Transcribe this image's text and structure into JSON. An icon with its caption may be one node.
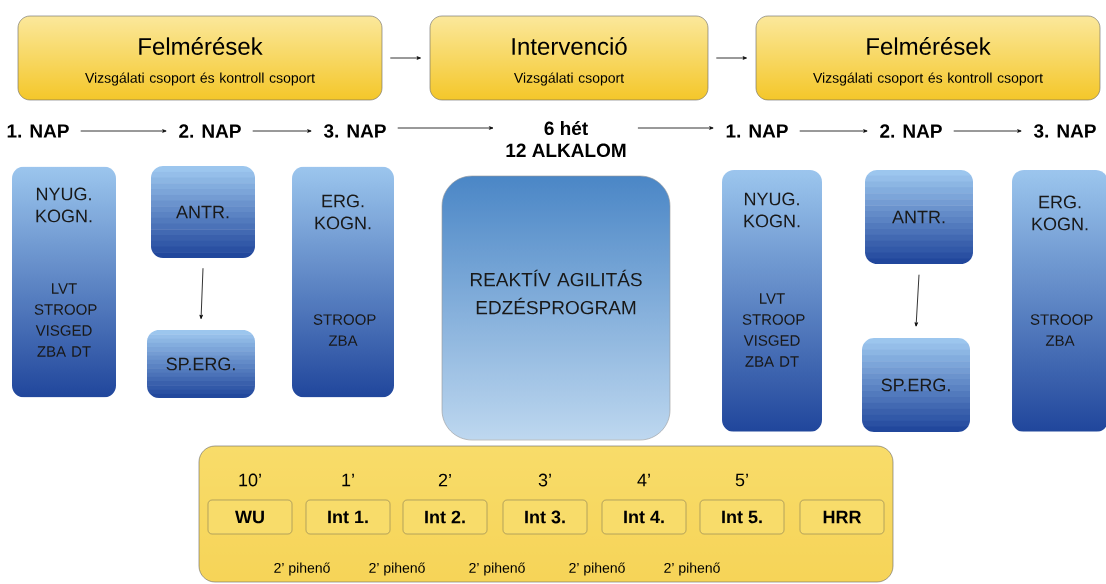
{
  "diagram": {
    "nodes": [
      {
        "text": [
          "Felmérések",
          "Vizsgálati csoport és kontroll csoport"
        ]
      },
      {
        "text": [
          "Intervenció",
          "Vizsgálati csoport"
        ]
      },
      {
        "text": [
          "Felmérések",
          "Vizsgálati csoport és kontroll csoport"
        ]
      },
      {
        "text": [
          "1. NAP"
        ]
      },
      {
        "text": [
          "2. NAP"
        ]
      },
      {
        "text": [
          "3. NAP"
        ]
      },
      {
        "text": [
          "6 hét",
          "12 ALKALOM"
        ]
      },
      {
        "text": [
          "1. NAP"
        ]
      },
      {
        "text": [
          "2. NAP"
        ]
      },
      {
        "text": [
          "3. NAP"
        ]
      },
      {
        "text": [
          "NYUG. KOGN.",
          "LVT STROOP VISGED ZBA DT"
        ]
      },
      {
        "text": [
          "ANTR."
        ]
      },
      {
        "text": [
          "SP.ERG."
        ]
      },
      {
        "text": [
          "ERG. KOGN.",
          "STROOP ZBA"
        ]
      },
      {
        "text": [
          "REAKTÍV AGILITÁS EDZÉSPROGRAM"
        ]
      },
      {
        "text": [
          "NYUG. KOGN.",
          "LVT STROOP VISGED ZBA DT"
        ]
      },
      {
        "text": [
          "ANTR."
        ]
      },
      {
        "text": [
          "SP.ERG."
        ]
      },
      {
        "text": [
          "ERG. KOGN.",
          "STROOP ZBA"
        ]
      },
      {
        "text": [],
        "shape": "box"
      },
      {
        "text": [
          "WU"
        ],
        "beside": [
          "10’"
        ],
        "in": 19
      },
      {
        "text": [
          "Int 1."
        ],
        "beside": [
          "1’"
        ],
        "in": 19
      },
      {
        "text": [
          "Int 2."
        ],
        "beside": [
          "2’"
        ],
        "in": 19
      },
      {
        "text": [
          "Int 3."
        ],
        "beside": [
          "3’"
        ],
        "in": 19
      },
      {
        "text": [
          "Int 4."
        ],
        "beside": [
          "4’"
        ],
        "in": 19
      },
      {
        "text": [
          "Int 5."
        ],
        "beside": [
          "5’"
        ],
        "in": 19
      },
      {
        "text": [
          "HRR"
        ],
        "in": 19
      }
    ],
    "edges": [
      {
        "from": 0,
        "to": 1,
        "arrow": "to"
      },
      {
        "from": 1,
        "to": 2,
        "arrow": "to"
      },
      {
        "from": 3,
        "to": 4,
        "arrow": "to"
      },
      {
        "from": 4,
        "to": 5,
        "arrow": "to"
      },
      {
        "from": 5,
        "to": 6,
        "arrow": "to"
      },
      {
        "from": 6,
        "to": 7,
        "arrow": "to"
      },
      {
        "from": 7,
        "to": 8,
        "arrow": "to"
      },
      {
        "from": 8,
        "to": 9,
        "arrow": "to"
      },
      {
        "from": 11,
        "to": 12,
        "arrow": "to"
      },
      {
        "from": 16,
        "to": 17,
        "arrow": "to"
      }
    ],
    "labels": [
      "2’ pihenő",
      "2’ pihenő",
      "2’ pihenő",
      "2’ pihenő",
      "2’ pihenő"
    ]
  }
}
